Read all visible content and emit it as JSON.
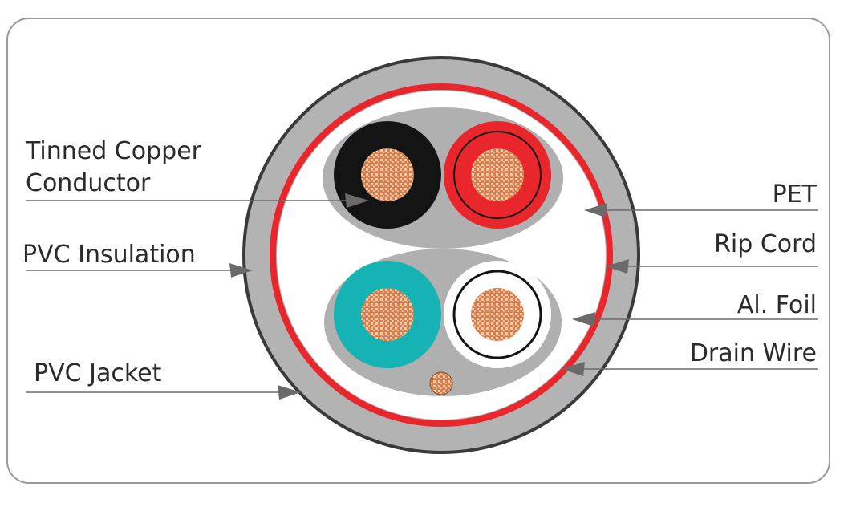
{
  "labels": {
    "tinned_copper_line1": "Tinned Copper",
    "tinned_copper_line2": "Conductor",
    "pvc_insulation": "PVC Insulation",
    "pvc_jacket": "PVC Jacket",
    "pet": "PET",
    "rip_cord": "Rip Cord",
    "al_foil": "Al. Foil",
    "drain_wire": "Drain Wire"
  },
  "colors": {
    "jacket": "#b3b3b3",
    "jacket_outline": "#3a3a3a",
    "rip_cord": "#e8262b",
    "filler": "#b0b0b0",
    "black_insulation": "#141414",
    "red_insulation": "#e8262b",
    "teal_insulation": "#15b3b3",
    "white_insulation": "#ffffff",
    "copper": "#e07c45",
    "leader_line": "#6a6a6a"
  }
}
